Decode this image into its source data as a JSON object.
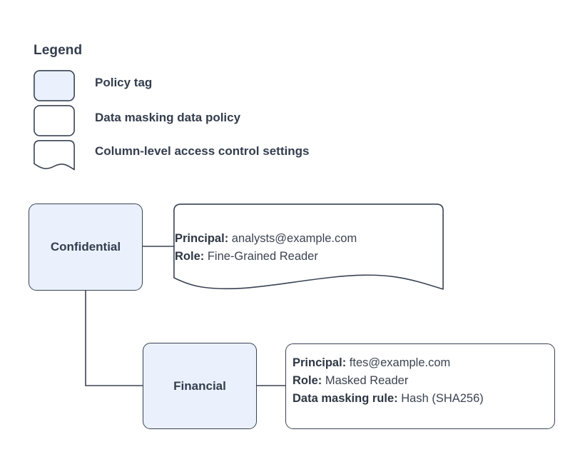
{
  "legend": {
    "title": "Legend",
    "items": [
      {
        "label": "Policy tag",
        "icon": "rounded-rect-filled-swatch",
        "shape": "rect",
        "filled": true
      },
      {
        "label": "Data masking data policy",
        "icon": "rounded-rect-outline-swatch",
        "shape": "rect",
        "filled": false
      },
      {
        "label": "Column-level access control settings",
        "icon": "wavy-bottom-note-swatch",
        "shape": "wave",
        "filled": false
      }
    ]
  },
  "diagram": {
    "nodes": [
      {
        "id": "confidential",
        "label": "Confidential"
      },
      {
        "id": "financial",
        "label": "Financial"
      }
    ],
    "annotations": [
      {
        "id": "confidential-access",
        "shape": "wavy-bottom-note",
        "lines": [
          {
            "label": "Principal:",
            "value": "analysts@example.com"
          },
          {
            "label": "Role:",
            "value": "Fine-Grained Reader"
          }
        ]
      },
      {
        "id": "financial-access",
        "shape": "rounded-rect",
        "lines": [
          {
            "label": "Principal:",
            "value": "ftes@example.com"
          },
          {
            "label": "Role:",
            "value": "Masked Reader"
          },
          {
            "label": "Data masking rule:",
            "value": "Hash (SHA256)"
          }
        ]
      }
    ]
  },
  "colors": {
    "node_fill": "#eaf1fc",
    "stroke": "#394253",
    "text": "#333d4d",
    "background": "#ffffff"
  }
}
